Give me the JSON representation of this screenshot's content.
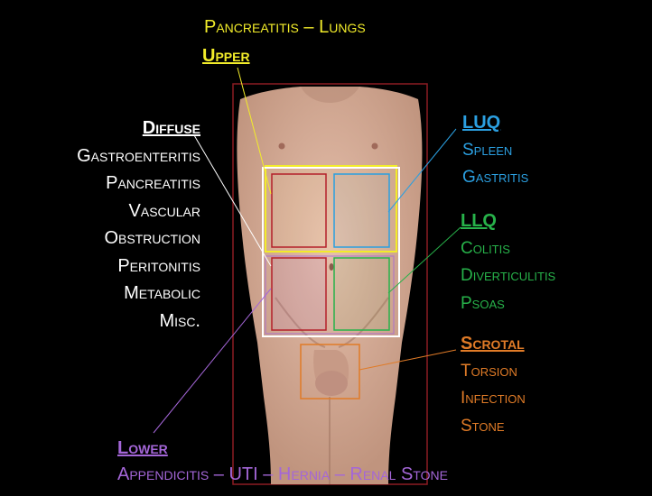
{
  "top_label": "Pancreatitis – Lungs",
  "upper": {
    "heading": "Upper"
  },
  "diffuse": {
    "heading": "Diffuse",
    "items": [
      "Gastroenteritis",
      "Pancreatitis",
      "Vascular",
      "Obstruction",
      "Peritonitis",
      "Metabolic",
      "Misc."
    ]
  },
  "luq": {
    "heading": "LUQ",
    "items": [
      "Spleen",
      "Gastritis"
    ]
  },
  "llq": {
    "heading": "LLQ",
    "items": [
      "Colitis",
      "Diverticulitis",
      "Psoas"
    ]
  },
  "scrotal": {
    "heading": "Scrotal",
    "items": [
      "Torsion",
      "Infection",
      "Stone"
    ]
  },
  "lower": {
    "heading": "Lower",
    "text": "Appendicitis – UTI – Hernia – Renal Stone"
  },
  "colors": {
    "yellow": "#f2ec2a",
    "white": "#ffffff",
    "blue": "#2b9fe0",
    "green": "#27b24a",
    "orange": "#e07b27",
    "purple": "#a466d8",
    "red": "#b4202a"
  }
}
